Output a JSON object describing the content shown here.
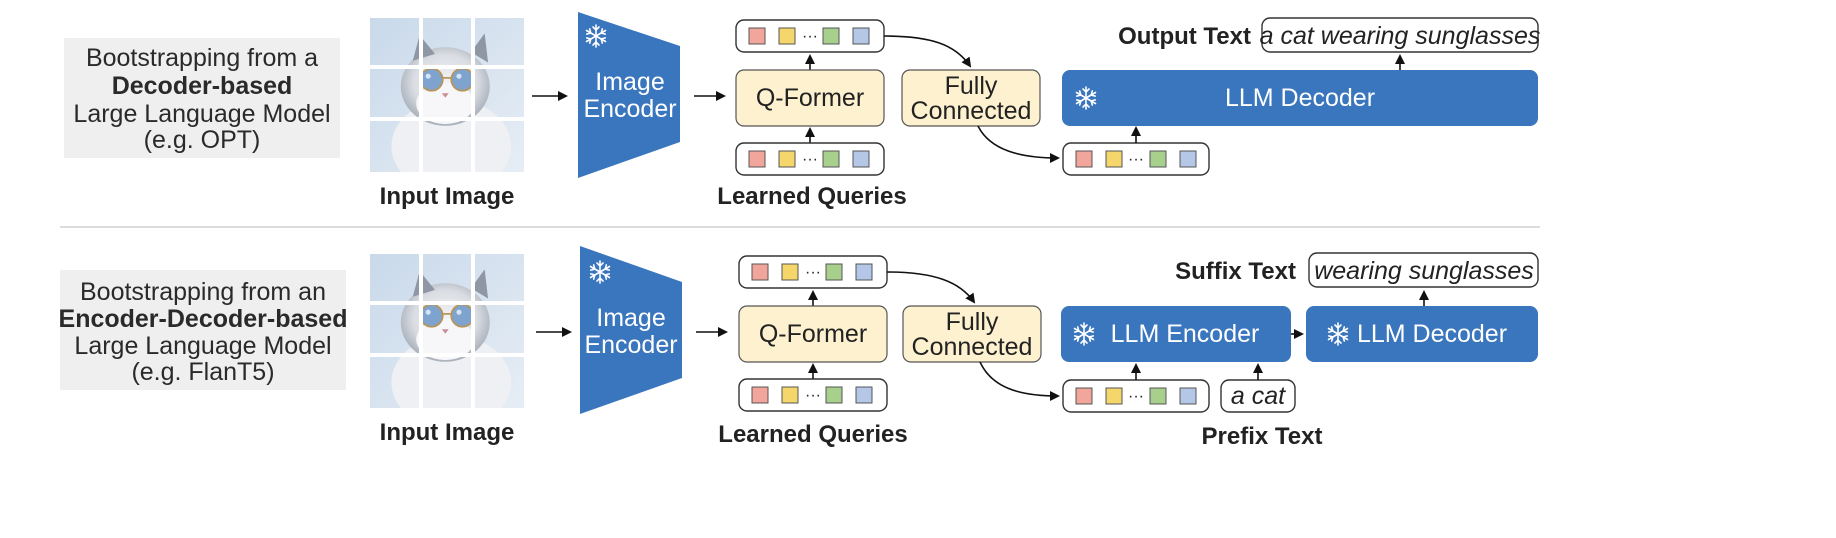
{
  "rows": [
    {
      "description": {
        "line1": "Bootstrapping from a",
        "line2": "Decoder-based",
        "line3": "Large Language Model",
        "line4": "(e.g. OPT)"
      },
      "input_image_label": "Input Image",
      "image_encoder_label_1": "Image",
      "image_encoder_label_2": "Encoder",
      "qformer_label": "Q-Former",
      "fc_label_1": "Fully",
      "fc_label_2": "Connected",
      "learned_queries_label": "Learned Queries",
      "llm_decoder_label": "LLM Decoder",
      "output_text_label": "Output Text",
      "output_text_value": "a cat wearing sunglasses",
      "ellipsis": "···"
    },
    {
      "description": {
        "line1": "Bootstrapping from an",
        "line2": "Encoder-Decoder-based",
        "line3": "Large Language Model",
        "line4": "(e.g. FlanT5)"
      },
      "input_image_label": "Input Image",
      "image_encoder_label_1": "Image",
      "image_encoder_label_2": "Encoder",
      "qformer_label": "Q-Former",
      "fc_label_1": "Fully",
      "fc_label_2": "Connected",
      "learned_queries_label": "Learned Queries",
      "llm_encoder_label": "LLM Encoder",
      "llm_decoder_label": "LLM Decoder",
      "suffix_text_label": "Suffix Text",
      "suffix_text_value": "wearing sunglasses",
      "prefix_text_value": "a cat",
      "prefix_text_label": "Prefix Text",
      "ellipsis": "···"
    }
  ],
  "colors": {
    "query_tokens": [
      "#f2a59a",
      "#f5d66b",
      "#a8d08d",
      "#b4c7e7"
    ],
    "encoder_blue": "#3a76bd",
    "llm_blue": "#3a76bd",
    "qformer_fill": "#fdf1cf",
    "description_bg": "#efefef"
  },
  "icons": {
    "frozen": "snowflake-icon"
  }
}
